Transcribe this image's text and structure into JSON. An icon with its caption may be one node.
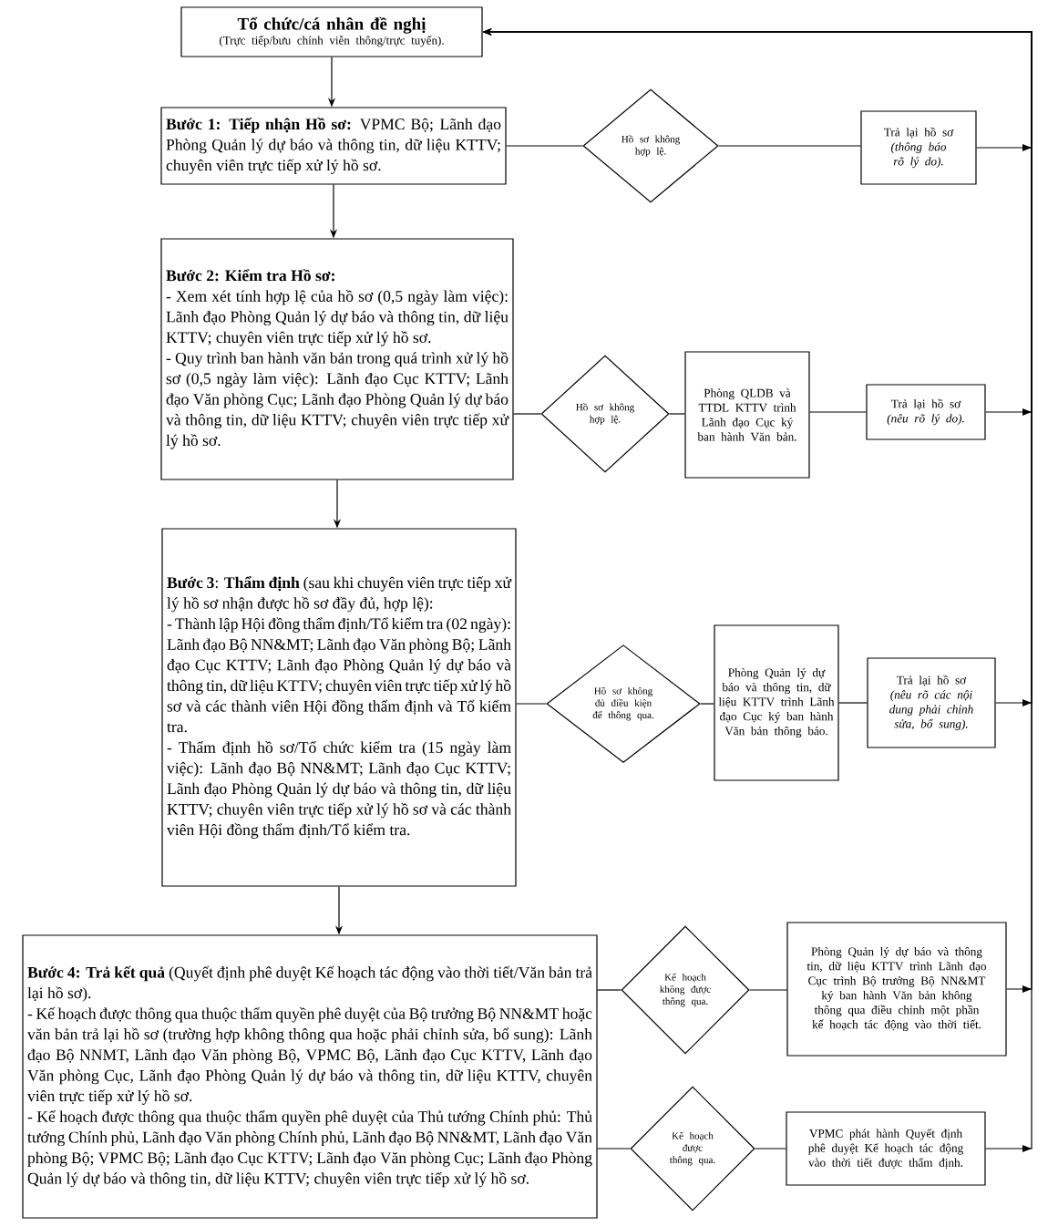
{
  "diagram": {
    "nodes": [
      {
        "text": [
          "Tổ chức/cá nhân đề nghị",
          "(Trực tiếp/bưu chính viễn thông/trực tuyến)."
        ]
      },
      {
        "text": [
          "**Bước 1: Tiếp nhận Hồ sơ:** VPMC Bộ; Lãnh đạo Phòng Quản lý dự báo và thông tin, dữ liệu KTTV; chuyên viên trực tiếp xử lý hồ sơ."
        ]
      },
      {
        "text": [
          "Hồ sơ không hợp lệ."
        ]
      },
      {
        "text": [
          "Trả lại hồ sơ",
          "(thông báo rõ lý do)."
        ]
      },
      {
        "text": [
          "Bước 2: Kiểm tra Hồ sơ:",
          "- Xem xét tính hợp lệ của hồ sơ (0,5 ngày làm việc): Lãnh đạo Phòng Quản lý dự báo và thông tin, dữ liệu KTTV; chuyên viên trực tiếp xử lý hồ sơ.",
          "- Quy trình ban hành văn bản trong quá trình xử lý hồ sơ (0,5 ngày làm việc): Lãnh đạo Cục KTTV; Lãnh đạo Văn phòng Cục; Lãnh đạo Phòng Quản lý dự báo và thông tin, dữ liệu KTTV; chuyên viên trực tiếp xử lý hồ sơ."
        ]
      },
      {
        "text": [
          "Hồ sơ không hợp lệ."
        ]
      },
      {
        "text": [
          "Phòng QLDB và TTDL KTTV trình Lãnh đạo Cục ký ban hành Văn bản."
        ]
      },
      {
        "text": [
          "Trả lại hồ sơ",
          "(nêu rõ lý do)."
        ]
      },
      {
        "text": [
          "**Bước 3**: **Thẩm định** (sau khi chuyên viên trực tiếp xử lý hồ sơ nhận được hồ sơ đầy đủ, hợp lệ):",
          "- Thành lập Hội đồng thẩm định/Tổ kiểm tra (02 ngày): Lãnh đạo Bộ NN&MT; Lãnh đạo Văn phòng Bộ; Lãnh đạo Cục KTTV; Lãnh đạo Phòng Quản lý dự báo và thông tin, dữ liệu KTTV; chuyên viên trực tiếp xử lý hồ sơ và các thành viên Hội đồng thẩm định và Tổ kiểm tra.",
          "- Thẩm định hồ sơ/Tổ chức kiểm tra (15 ngày làm việc): Lãnh đạo Bộ NN&MT; Lãnh đạo Cục KTTV; Lãnh đạo Phòng Quản lý dự báo và thông tin, dữ liệu KTTV; chuyên viên trực tiếp xử lý hồ sơ và các thành viên Hội đồng thẩm định/Tổ kiểm tra."
        ]
      },
      {
        "text": [
          "Hồ sơ không đủ điều kiện để thông qua."
        ]
      },
      {
        "text": [
          "Phòng Quản lý dự báo và thông tin, dữ liệu KTTV trình Lãnh đạo Cục ký ban hành Văn bản thông báo."
        ]
      },
      {
        "text": [
          "Trả lại hồ sơ",
          "(nêu rõ các nội dung phải chỉnh sửa, bổ sung)."
        ]
      },
      {
        "text": [
          "**Bước 4: Trả kết quả** (Quyết định phê duyệt Kế hoạch tác động vào thời tiết/Văn bản trả lại hồ sơ).",
          "- Kế hoạch được thông qua thuộc thẩm quyền phê duyệt của Bộ trưởng Bộ NN&MT hoặc văn bản trả lại hồ sơ (trường hợp không thông qua hoặc phải chỉnh sửa, bổ sung): Lãnh đạo Bộ NNMT, Lãnh đạo Văn phòng Bộ, VPMC Bộ, Lãnh đạo Cục KTTV, Lãnh đạo Văn phòng Cục, Lãnh đạo Phòng Quản lý dự báo và thông tin, dữ liệu KTTV, chuyên viên trực tiếp xử lý hồ sơ.",
          "- Kế hoạch được thông qua thuộc thẩm quyền phê duyệt của Thủ tướng Chính phủ: Thủ tướng Chính phủ, Lãnh đạo Văn phòng Chính phủ, Lãnh đạo Bộ NN&MT, Lãnh đạo Văn phòng Bộ; VPMC Bộ; Lãnh đạo Cục KTTV; Lãnh đạo Văn phòng Cục; Lãnh đạo Phòng Quản lý dự báo và thông tin, dữ liệu KTTV; chuyên viên trực tiếp xử lý hồ sơ."
        ]
      },
      {
        "text": [
          "Kế hoạch không được thông qua."
        ]
      },
      {
        "text": [
          "Phòng Quản lý dự báo và thông tin, dữ liệu KTTV trình Lãnh đạo Cục trình Bộ trưởng Bộ NN&MT ký ban hành Văn bản không thông qua điều chỉnh một phần kế hoạch tác động vào thời tiết."
        ]
      },
      {
        "text": [
          "Kế hoạch được thông qua."
        ]
      },
      {
        "text": [
          "VPMC phát hành Quyết định phê duyệt Kế hoạch tác động vào thời tiết được thẩm định."
        ]
      }
    ],
    "edges": [
      {
        "from": 0,
        "to": 1,
        "arrow": "to"
      },
      {
        "from": 1,
        "to": 2,
        "arrow": "none"
      },
      {
        "from": 2,
        "to": 3,
        "arrow": "none"
      },
      {
        "from": 3,
        "to": 0,
        "arrow": "to"
      },
      {
        "from": 1,
        "to": 4,
        "arrow": "to"
      },
      {
        "from": 4,
        "to": 5,
        "arrow": "none"
      },
      {
        "from": 5,
        "to": 6,
        "arrow": "none"
      },
      {
        "from": 6,
        "to": 7,
        "arrow": "none"
      },
      {
        "from": 7,
        "to": 0,
        "arrow": "to"
      },
      {
        "from": 4,
        "to": 8,
        "arrow": "to"
      },
      {
        "from": 8,
        "to": 9,
        "arrow": "none"
      },
      {
        "from": 9,
        "to": 10,
        "arrow": "none"
      },
      {
        "from": 10,
        "to": 11,
        "arrow": "none"
      },
      {
        "from": 11,
        "to": 0,
        "arrow": "to"
      },
      {
        "from": 8,
        "to": 12,
        "arrow": "to"
      },
      {
        "from": 12,
        "to": 13,
        "arrow": "none"
      },
      {
        "from": 13,
        "to": 14,
        "arrow": "none"
      },
      {
        "from": 14,
        "to": 0,
        "arrow": "to"
      },
      {
        "from": 12,
        "to": 15,
        "arrow": "none"
      },
      {
        "from": 15,
        "to": 16,
        "arrow": "none"
      },
      {
        "from": 16,
        "to": 0,
        "arrow": "to"
      }
    ]
  }
}
